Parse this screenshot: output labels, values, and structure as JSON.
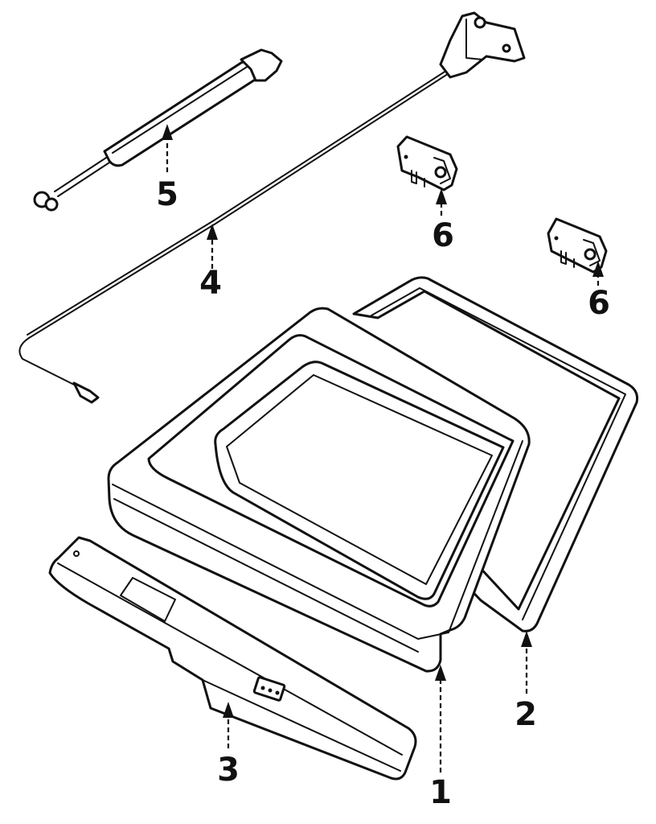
{
  "callouts": {
    "c1": "1",
    "c2": "2",
    "c3": "3",
    "c4": "4",
    "c5": "5",
    "c6a": "6",
    "c6b": "6"
  },
  "colors": {
    "ink": "#111111",
    "paper": "#ffffff"
  }
}
